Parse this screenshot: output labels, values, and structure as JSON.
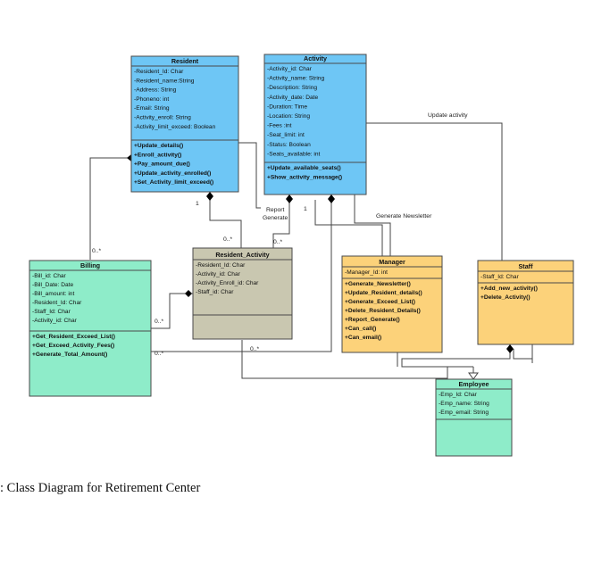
{
  "colors": {
    "blue": "#6ec6f5",
    "gray": "#c9c7b0",
    "yellow": "#fcd27a",
    "green": "#8eecc9",
    "border": "#4a4a4a"
  },
  "classes": {
    "resident": {
      "name": "Resident",
      "attributes": [
        "-Resident_Id: Char",
        "-Resident_name:String",
        "-Address: String",
        "-Phoneno: int",
        "-Email: String",
        "-Activity_enroll: String",
        "-Activity_limit_exceed: Boolean"
      ],
      "methods": [
        "+Update_details()",
        "+Enroll_activity()",
        "+Pay_amount_due()",
        "+Update_activity_enrolled()",
        "+Set_Activity_limit_exceed()"
      ]
    },
    "activity": {
      "name": "Activity",
      "attributes": [
        "-Activity_id: Char",
        "-Activity_name: String",
        "-Description: String",
        "-Activity_date: Date",
        "-Duration: Time",
        "-Location: String",
        "-Fees :int",
        "-Seat_limit: int",
        "-Status: Boolean",
        "-Seats_available: int"
      ],
      "methods": [
        "+Update_available_seats()",
        "+Show_activity_message()"
      ]
    },
    "resident_activity": {
      "name": "Resident_Activity",
      "attributes": [
        "-Resident_Id: Char",
        "-Activity_id: Char",
        "-Activity_Enroll_id: Char",
        "-Staff_id: Char"
      ],
      "methods": []
    },
    "billing": {
      "name": "Billing",
      "attributes": [
        "-Bill_id: Char",
        "-Bill_Date: Date",
        "-Bill_amount: int",
        "-Resident_Id: Char",
        "-Staff_Id: Char",
        "-Activity_id: Char"
      ],
      "methods": [
        "+Get_Resident_Exceed_List()",
        "+Get_Exceed_Activity_Fees()",
        "+Generate_Total_Amount()"
      ]
    },
    "manager": {
      "name": "Manager",
      "attributes": [
        "-Manager_Id: int"
      ],
      "methods": [
        "+Generate_Newsletter()",
        "+Update_Resident_details()",
        "+Generate_Exceed_List()",
        "+Delete_Resident_Details()",
        "+Report_Generate()",
        "+Can_call()",
        "+Can_email()"
      ]
    },
    "staff": {
      "name": "Staff",
      "attributes": [
        "-Staff_Id: Char"
      ],
      "methods": [
        "+Add_new_activity()",
        "+Delete_Activity()"
      ]
    },
    "employee": {
      "name": "Employee",
      "attributes": [
        "-Emp_Id: Char",
        "-Emp_name: String",
        "-Emp_email: String"
      ],
      "methods": []
    }
  },
  "labels": {
    "update_activity": "Update activity",
    "report": "Report",
    "generate": "Generate",
    "generate_newsletter": "Generate Newsletter",
    "mult_res_act_one": "1",
    "mult_res_act_many": "0..*",
    "mult_act_one": "1",
    "mult_act_many": "0..*",
    "mult_res_bill_many": "0..*",
    "mult_bill_ra_left": "0..*",
    "mult_bill_ra_bottom": "0..*",
    "mult_ra_bottom": "0..*"
  },
  "caption": ": Class Diagram for Retirement Center"
}
